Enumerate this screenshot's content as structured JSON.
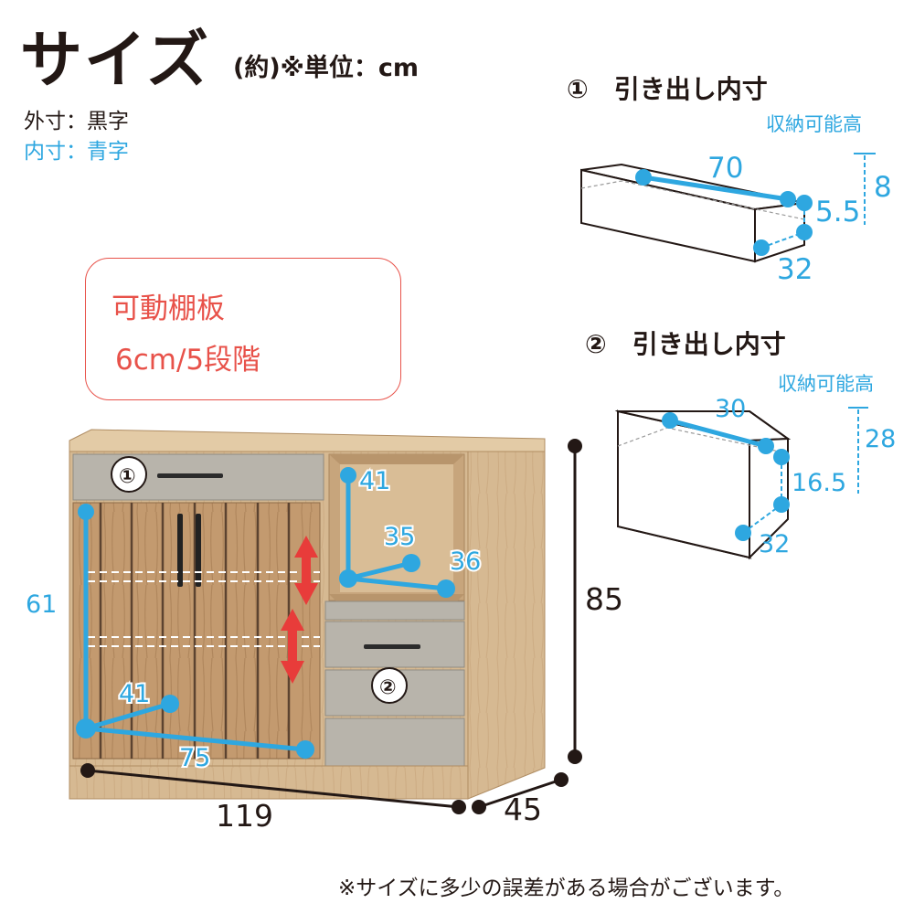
{
  "header": {
    "title": "サイズ",
    "unit": "(約)※単位：cm",
    "legend_outer": "外寸：黒字",
    "legend_inner": "内寸：青字"
  },
  "shelf_note": {
    "line1": "可動棚板",
    "line2": "6cm/5段階"
  },
  "drawer1": {
    "title": "①　引き出し内寸",
    "caption": "収納可能高",
    "width": "70",
    "depth": "32",
    "height": "5.5",
    "usable_height": "8"
  },
  "drawer2": {
    "title": "②　引き出し内寸",
    "caption": "収納可能高",
    "width": "30",
    "depth": "32",
    "height": "16.5",
    "usable_height": "28"
  },
  "cabinet": {
    "marker1": "①",
    "marker2": "②",
    "outer_width": "119",
    "outer_depth": "45",
    "outer_height": "85",
    "left_inner_height": "61",
    "left_inner_depth": "41",
    "left_inner_width": "75",
    "open_inner_height": "41",
    "open_inner_width": "36",
    "open_inner_depth": "35"
  },
  "colors": {
    "inner_dim": "#2ea7e0",
    "outer_dim": "#231815",
    "accent": "#e8524a",
    "wood": "#d7bb94",
    "drawer_gray": "#b8b4ab"
  },
  "footer": {
    "note": "※サイズに多少の誤差がある場合がございます。"
  }
}
